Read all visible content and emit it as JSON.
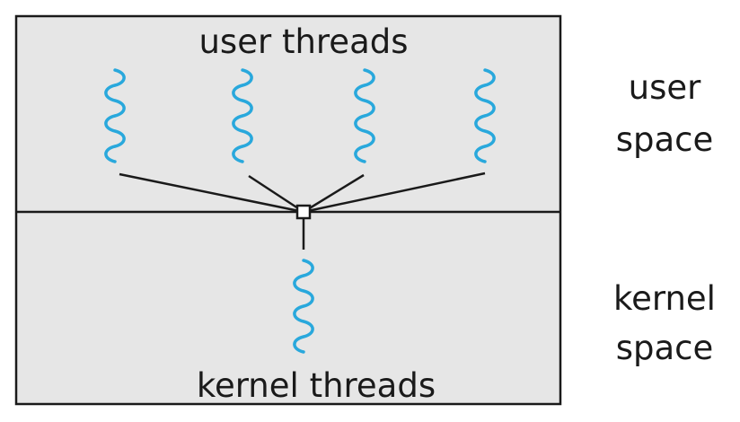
{
  "diagram": {
    "top_region_label": "user threads",
    "bottom_region_label": "kernel threads",
    "side_labels": {
      "user_line1": "user",
      "user_line2": "space",
      "kernel_line1": "kernel",
      "kernel_line2": "space"
    },
    "user_thread_count": 4,
    "kernel_thread_count": 1,
    "colors": {
      "thread": "#29a8dc",
      "region_fill": "#e6e6e6",
      "stroke": "#1a1a1a"
    }
  }
}
